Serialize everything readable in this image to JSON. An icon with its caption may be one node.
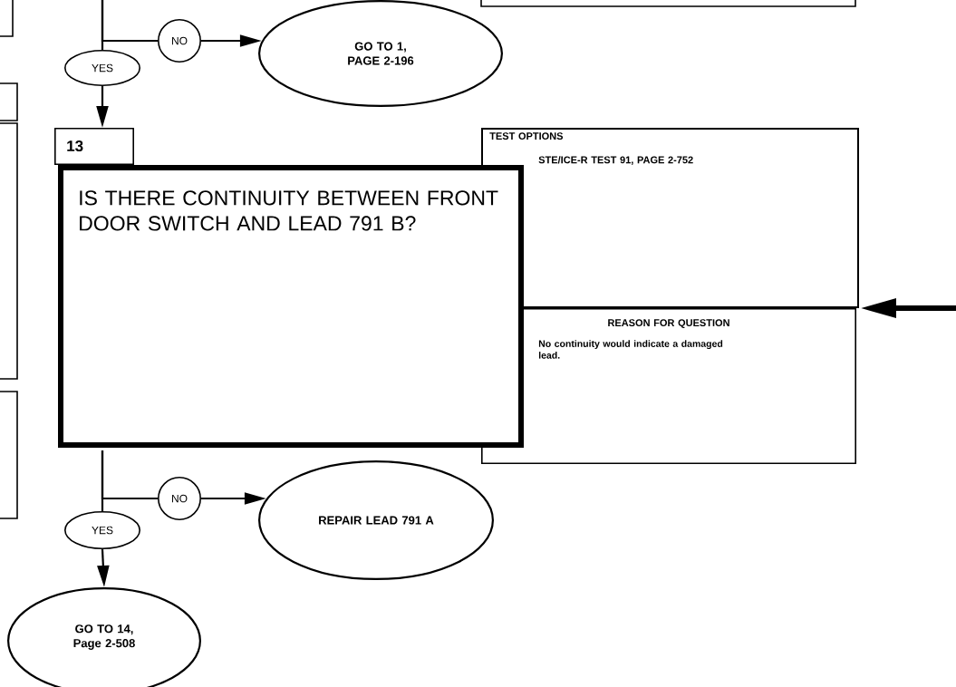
{
  "diagram": {
    "nodes": [
      {
        "text": [
          "GO TO 1, PAGE 2-196"
        ]
      },
      {
        "text": [
          "13"
        ]
      },
      {
        "text": [
          "IS THERE CONTINUITY BETWEEN FRONT DOOR SWITCH AND LEAD 791 B?"
        ]
      },
      {
        "text": [
          "TEST OPTIONS",
          "STE/ICE-R TEST 91, PAGE 2-752"
        ]
      },
      {
        "text": [
          "REASON FOR QUESTION",
          "No continuity would indicate a damaged lead."
        ]
      },
      {
        "text": [
          "REPAIR LEAD 791 A"
        ]
      },
      {
        "text": [
          "GO TO  14, Page 2-508"
        ]
      },
      {
        "text": [
          "YES"
        ]
      },
      {
        "text": [
          "NO"
        ]
      },
      {
        "text": [
          "YES"
        ]
      },
      {
        "text": [
          "NO"
        ]
      }
    ],
    "edges": [
      {
        "from": null,
        "to": 8,
        "arrow": "none"
      },
      {
        "from": null,
        "to": 7,
        "arrow": "none"
      },
      {
        "from": 8,
        "to": 0,
        "arrow": "to"
      },
      {
        "from": 7,
        "to": 1,
        "arrow": "to"
      },
      {
        "from": 2,
        "to": 10,
        "arrow": "none"
      },
      {
        "from": 2,
        "to": 9,
        "arrow": "none"
      },
      {
        "from": 10,
        "to": 5,
        "arrow": "to"
      },
      {
        "from": 9,
        "to": 6,
        "arrow": "to"
      },
      {
        "from": null,
        "to": 3,
        "arrow": "to",
        "style": "thick"
      }
    ]
  }
}
